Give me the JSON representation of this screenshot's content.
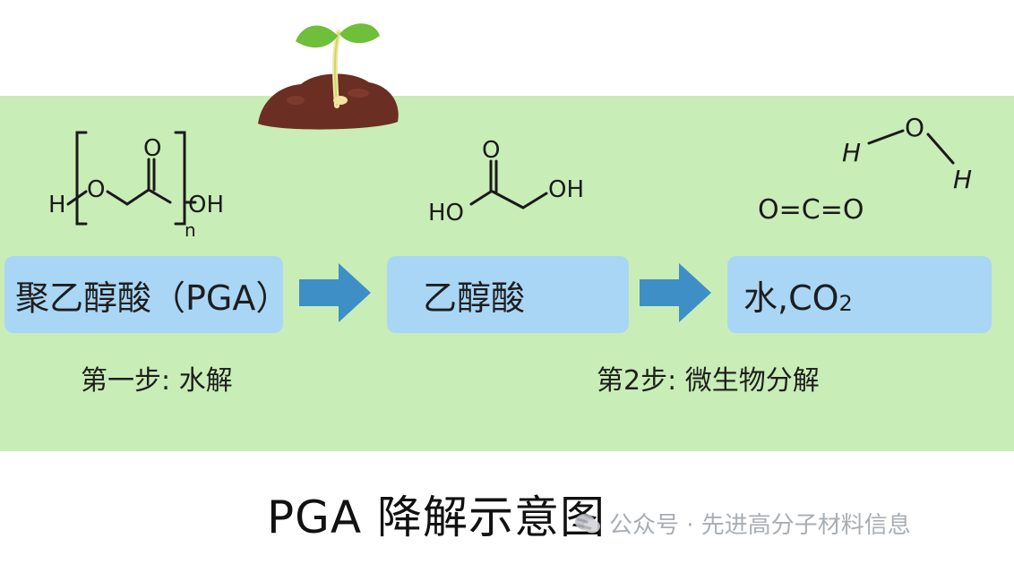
{
  "molecules": {
    "pga": {
      "h": "H",
      "o": "O",
      "o_top": "O",
      "oh": "OH",
      "n": "n"
    },
    "glycolic": {
      "o_top": "O",
      "ho": "HO",
      "oh": "OH"
    },
    "water": {
      "h1": "H",
      "o": "O",
      "h2": "H"
    },
    "co2": {
      "text": "O=C=O"
    }
  },
  "boxes": {
    "pga": "聚乙醇酸（PGA）",
    "glycolic": "乙醇酸",
    "water_co2_prefix": "水,CO",
    "water_co2_sub": "2"
  },
  "steps": {
    "step1": "第一步: 水解",
    "step2": "第2步: 微生物分解"
  },
  "caption": "PGA 降解示意图",
  "watermark": "公众号 · 先进高分子材料信息",
  "colors": {
    "band": "#c9edb6",
    "box": "#a9d6f5",
    "arrow": "#3d8fc6",
    "soil": "#6b2e22",
    "sprout": "#6fbf3a"
  }
}
